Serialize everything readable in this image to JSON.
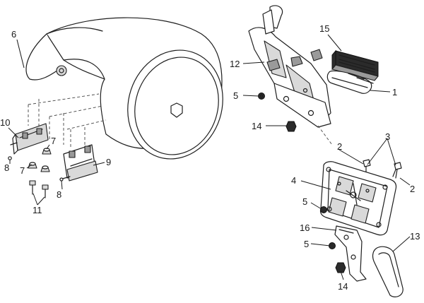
{
  "callouts": {
    "c1": "1",
    "c2a": "2",
    "c2b": "2",
    "c3": "3",
    "c4": "4",
    "c5a": "5",
    "c5b": "5",
    "c5c": "5",
    "c6": "6",
    "c7a": "7",
    "c7b": "7",
    "c8a": "8",
    "c8b": "8",
    "c9": "9",
    "c10": "10",
    "c11": "11",
    "c12": "12",
    "c13": "13",
    "c14a": "14",
    "c14b": "14",
    "c15": "15",
    "c16": "16"
  },
  "colors": {
    "line": "#1e1e1e",
    "shade_light": "#d9d9d9",
    "shade_dark": "#9a9a9a"
  }
}
